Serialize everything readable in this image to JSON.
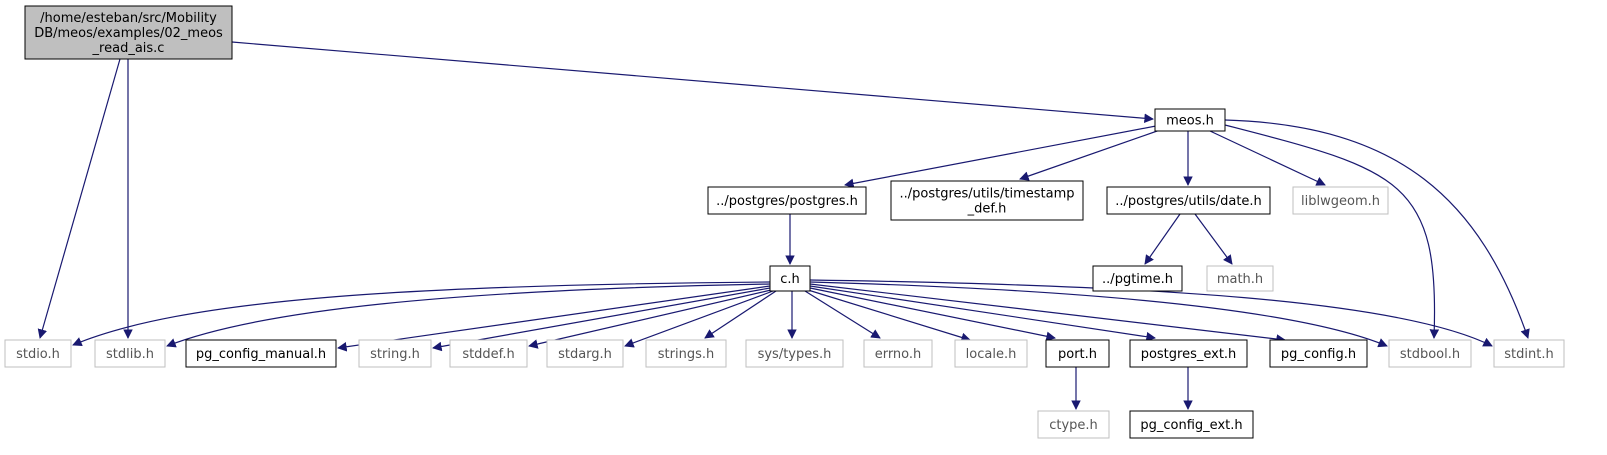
{
  "colors": {
    "edge": "#191970",
    "root_fill": "#bfbfbf",
    "border_dark": "#000000",
    "border_light": "#bfbfbf",
    "fill": "#ffffff"
  },
  "graph": {
    "nodes": [
      {
        "id": "root",
        "lines": [
          "/home/esteban/src/Mobility",
          "DB/meos/examples/02_meos",
          "_read_ais.c"
        ],
        "style": "root"
      },
      {
        "id": "meos_h",
        "lines": [
          "meos.h"
        ],
        "style": "dark"
      },
      {
        "id": "postgres_h",
        "lines": [
          "../postgres/postgres.h"
        ],
        "style": "dark"
      },
      {
        "id": "timestamp_def_h",
        "lines": [
          "../postgres/utils/timestamp",
          "_def.h"
        ],
        "style": "dark"
      },
      {
        "id": "date_h",
        "lines": [
          "../postgres/utils/date.h"
        ],
        "style": "dark"
      },
      {
        "id": "liblwgeom_h",
        "lines": [
          "liblwgeom.h"
        ],
        "style": "light"
      },
      {
        "id": "pgtime_h",
        "lines": [
          "../pgtime.h"
        ],
        "style": "dark"
      },
      {
        "id": "math_h",
        "lines": [
          "math.h"
        ],
        "style": "light"
      },
      {
        "id": "c_h",
        "lines": [
          "c.h"
        ],
        "style": "dark"
      },
      {
        "id": "stdio_h",
        "lines": [
          "stdio.h"
        ],
        "style": "light"
      },
      {
        "id": "stdlib_h",
        "lines": [
          "stdlib.h"
        ],
        "style": "light"
      },
      {
        "id": "pg_config_manual_h",
        "lines": [
          "pg_config_manual.h"
        ],
        "style": "dark"
      },
      {
        "id": "string_h",
        "lines": [
          "string.h"
        ],
        "style": "light"
      },
      {
        "id": "stddef_h",
        "lines": [
          "stddef.h"
        ],
        "style": "light"
      },
      {
        "id": "stdarg_h",
        "lines": [
          "stdarg.h"
        ],
        "style": "light"
      },
      {
        "id": "strings_h",
        "lines": [
          "strings.h"
        ],
        "style": "light"
      },
      {
        "id": "sys_types_h",
        "lines": [
          "sys/types.h"
        ],
        "style": "light"
      },
      {
        "id": "errno_h",
        "lines": [
          "errno.h"
        ],
        "style": "light"
      },
      {
        "id": "locale_h",
        "lines": [
          "locale.h"
        ],
        "style": "light"
      },
      {
        "id": "port_h",
        "lines": [
          "port.h"
        ],
        "style": "dark"
      },
      {
        "id": "postgres_ext_h",
        "lines": [
          "postgres_ext.h"
        ],
        "style": "dark"
      },
      {
        "id": "pg_config_h",
        "lines": [
          "pg_config.h"
        ],
        "style": "dark"
      },
      {
        "id": "stdbool_h",
        "lines": [
          "stdbool.h"
        ],
        "style": "light"
      },
      {
        "id": "stdint_h",
        "lines": [
          "stdint.h"
        ],
        "style": "light"
      },
      {
        "id": "ctype_h",
        "lines": [
          "ctype.h"
        ],
        "style": "light"
      },
      {
        "id": "pg_config_ext_h",
        "lines": [
          "pg_config_ext.h"
        ],
        "style": "dark"
      }
    ],
    "edges": [
      [
        "root",
        "meos_h"
      ],
      [
        "root",
        "stdio_h"
      ],
      [
        "root",
        "stdlib_h"
      ],
      [
        "meos_h",
        "postgres_h"
      ],
      [
        "meos_h",
        "timestamp_def_h"
      ],
      [
        "meos_h",
        "date_h"
      ],
      [
        "meos_h",
        "liblwgeom_h"
      ],
      [
        "meos_h",
        "stdbool_h"
      ],
      [
        "meos_h",
        "stdint_h"
      ],
      [
        "postgres_h",
        "c_h"
      ],
      [
        "date_h",
        "pgtime_h"
      ],
      [
        "date_h",
        "math_h"
      ],
      [
        "c_h",
        "stdio_h"
      ],
      [
        "c_h",
        "stdlib_h"
      ],
      [
        "c_h",
        "pg_config_manual_h"
      ],
      [
        "c_h",
        "string_h"
      ],
      [
        "c_h",
        "stddef_h"
      ],
      [
        "c_h",
        "stdarg_h"
      ],
      [
        "c_h",
        "strings_h"
      ],
      [
        "c_h",
        "sys_types_h"
      ],
      [
        "c_h",
        "errno_h"
      ],
      [
        "c_h",
        "locale_h"
      ],
      [
        "c_h",
        "port_h"
      ],
      [
        "c_h",
        "postgres_ext_h"
      ],
      [
        "c_h",
        "pg_config_h"
      ],
      [
        "c_h",
        "stdbool_h"
      ],
      [
        "c_h",
        "stdint_h"
      ],
      [
        "port_h",
        "ctype_h"
      ],
      [
        "postgres_ext_h",
        "pg_config_ext_h"
      ]
    ]
  }
}
